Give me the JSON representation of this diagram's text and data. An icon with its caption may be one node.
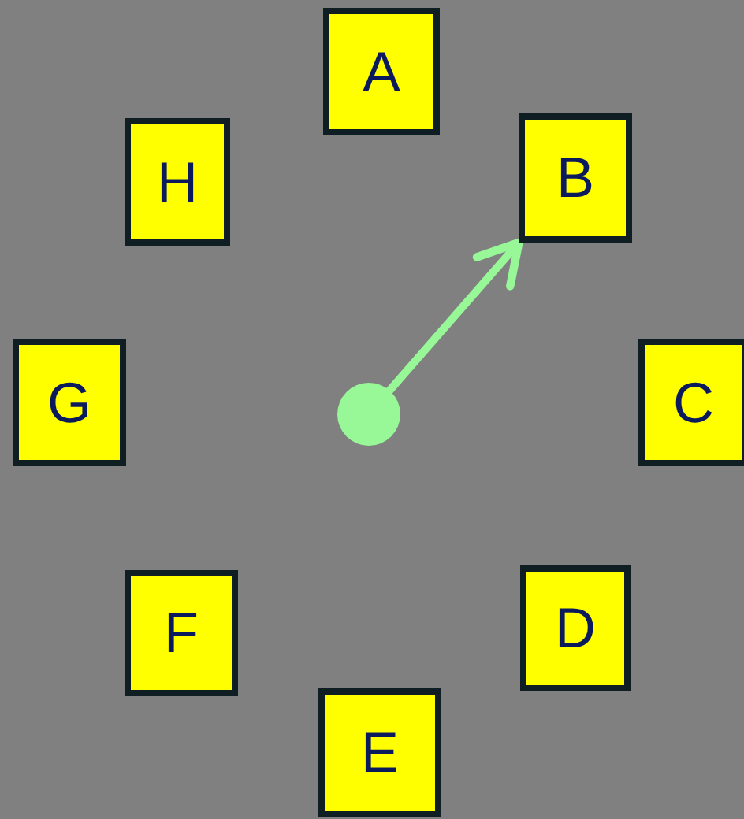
{
  "diagram": {
    "nodes": [
      {
        "text": [
          "A"
        ]
      },
      {
        "text": [
          "B"
        ]
      },
      {
        "text": [
          "C"
        ]
      },
      {
        "text": [
          "D"
        ]
      },
      {
        "text": [
          "E"
        ]
      },
      {
        "text": [
          "F"
        ]
      },
      {
        "text": [
          "G"
        ]
      },
      {
        "text": [
          "H"
        ]
      },
      {
        "text": [],
        "shape": "circle"
      }
    ],
    "edges": [
      {
        "from": 8,
        "to": 1,
        "arrow": "to"
      }
    ]
  }
}
